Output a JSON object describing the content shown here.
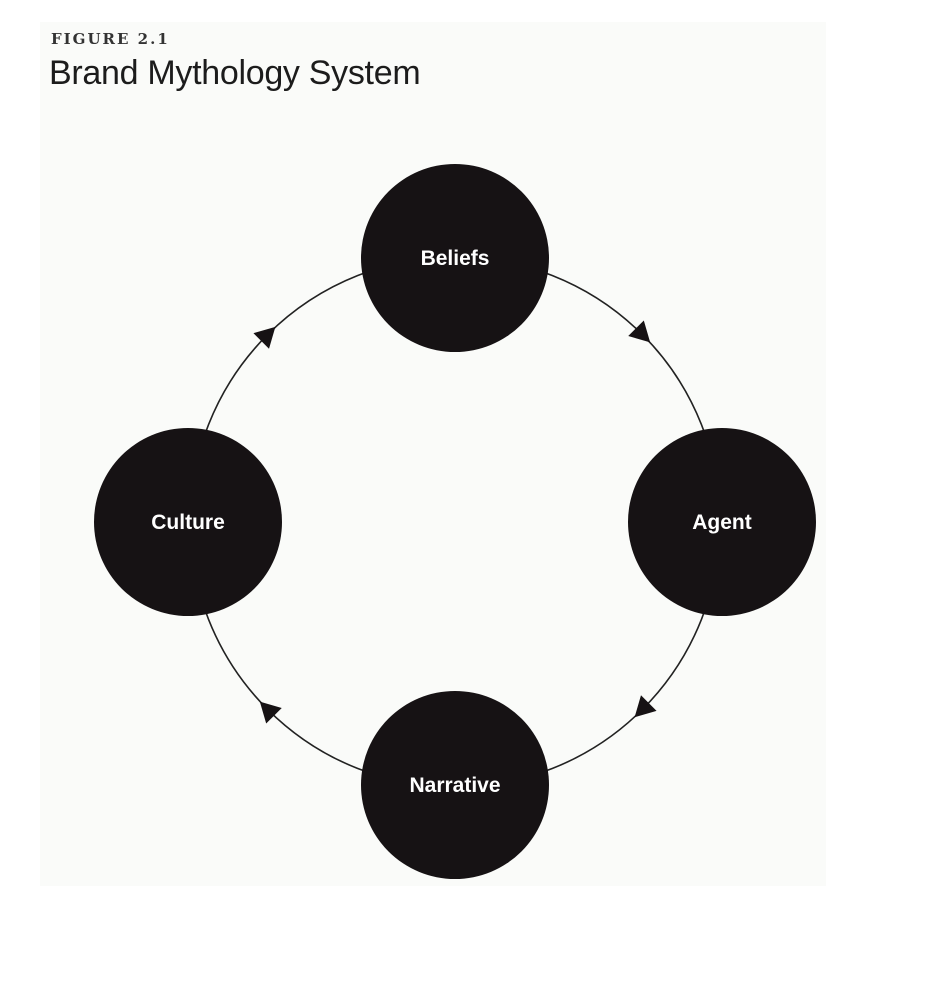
{
  "figure": {
    "label": "FIGURE 2.1",
    "title": "Brand Mythology System"
  },
  "colors": {
    "node_fill": "#161214",
    "node_text": "#ffffff",
    "ring_stroke": "#222222",
    "panel_bg": "#fafbf9"
  },
  "diagram": {
    "type": "cycle",
    "direction": "clockwise",
    "nodes": [
      {
        "id": "beliefs",
        "label": "Beliefs",
        "position": "top"
      },
      {
        "id": "agent",
        "label": "Agent",
        "position": "right"
      },
      {
        "id": "narrative",
        "label": "Narrative",
        "position": "bottom"
      },
      {
        "id": "culture",
        "label": "Culture",
        "position": "left"
      }
    ],
    "edges": [
      {
        "from": "Beliefs",
        "to": "Agent"
      },
      {
        "from": "Agent",
        "to": "Narrative"
      },
      {
        "from": "Narrative",
        "to": "Culture"
      },
      {
        "from": "Culture",
        "to": "Beliefs"
      }
    ]
  }
}
